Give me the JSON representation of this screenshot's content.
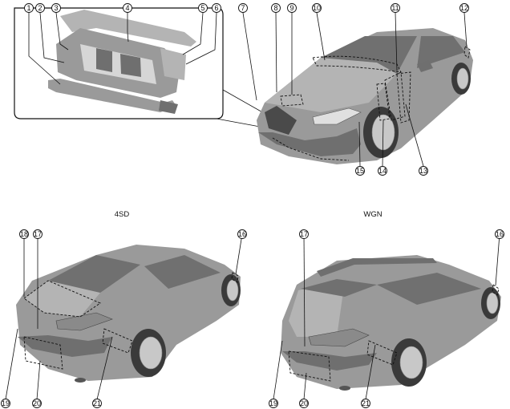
{
  "views": {
    "sedan_label": "4SD",
    "wagon_label": "WGN"
  },
  "callouts": {
    "front": [
      "1",
      "2",
      "3",
      "4",
      "5",
      "6",
      "7",
      "8",
      "9",
      "10",
      "11",
      "12",
      "13",
      "14",
      "15"
    ],
    "sedan": [
      "16",
      "17",
      "18",
      "19",
      "20",
      "21"
    ],
    "wagon": [
      "16",
      "17",
      "19",
      "20",
      "21"
    ]
  },
  "colors": {
    "car_body": "#9a9a9a",
    "line": "#111111",
    "background": "#ffffff"
  }
}
